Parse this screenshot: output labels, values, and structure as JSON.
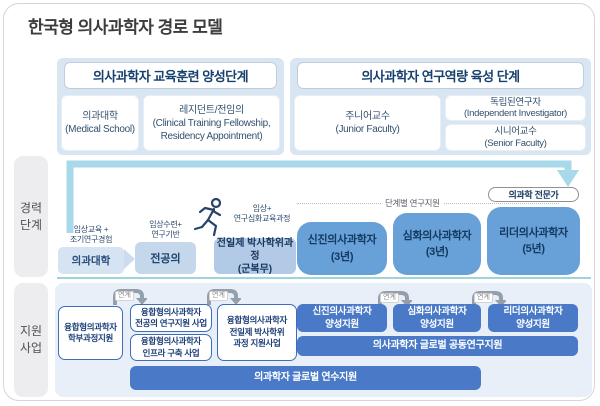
{
  "title": "한국형 의사과학자 경로 모델",
  "colors": {
    "panel_blue": "#d8e5f2",
    "flow_arrow_blue": "#a7d9ea",
    "career_stage_blue": "#67a1d7",
    "support_blue": "#4a7ac7",
    "navy_text": "#16355e"
  },
  "top": {
    "left_header": "의사과학자 교육훈련 양성단계",
    "right_header": "의사과학자 연구역량 육성 단계",
    "medical_school": "의과대학\n(Medical School)",
    "residency": "레지던트/전임의\n(Clinical Training Fellowship,\nResidency Appointment)",
    "junior_faculty": "주니어교수\n(Junior Faculty)",
    "independent_investigator": "독립된연구자\n(Independent Investigator)",
    "senior_faculty": "시니어교수\n(Senior Faculty)"
  },
  "career": {
    "row_label": "경력\n단계",
    "note_undergrad": "임상교육 +\n조기연구경험",
    "note_resident": "임상수련+\n연구기반",
    "note_phd": "임상+\n연구심화교육과정",
    "step_medical_school": "의과대학",
    "step_resident": "전공의",
    "step_phd": "전일제 박사학위과정\n(군복무)",
    "phase_support_label": "단계별 연구지원",
    "expert_badge": "의과학 전문가",
    "stage_new": "신진의사과학자\n(3년)",
    "stage_advanced": "심화의사과학자\n(3년)",
    "stage_leader": "리더의사과학자\n(5년)"
  },
  "support": {
    "row_label": "지원\n사업",
    "link_label": "연계",
    "undergrad_program": "융합형의과학자\n학부과정지원",
    "resident_program": "융합형의사과학자\n전공의 연구지원 사업",
    "infra_program": "융합형의사과학자\n인프라 구축 사업",
    "phd_program": "융합형의사과학자\n전일제 박사학위\n과정 지원사업",
    "new_support": "신진의사과학자\n양성지원",
    "advanced_support": "심화의사과학자\n양성지원",
    "leader_support": "리더의사과학자\n양성지원",
    "global_joint_research": "의사과학자 글로벌 공동연구지원",
    "global_training": "의과학자 글로벌 연수지원"
  }
}
